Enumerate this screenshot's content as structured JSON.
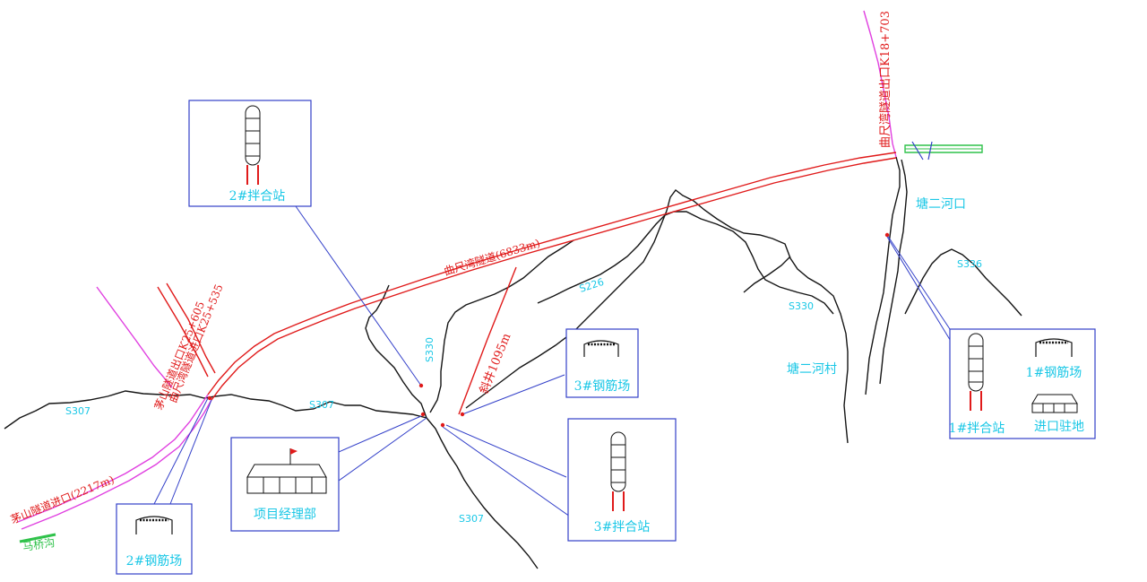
{
  "map": {
    "tunnels": {
      "quchiwan_tunnel": "曲尺湾隧道(6833m)",
      "quchiwan_exit": "曲尺湾隧道出口K18+703",
      "quchiwan_entrance": "曲尺湾隧道进口K25+535",
      "maoshan_exit": "茅山隧道出口K25+605",
      "maoshan_entrance": "茅山隧道进口(2217m)",
      "inclined_shaft": "斜井1095m"
    },
    "places": {
      "tanger_hekou": "塘二河口",
      "tanger_he_village": "塘二河村",
      "maqiaogou": "马桥沟"
    },
    "roads": {
      "s307_west": "S307",
      "s307_mid": "S307",
      "s307_south": "S307",
      "s226": "S226",
      "s330_a": "S330",
      "s330_b": "S330",
      "s336": "S336"
    },
    "facilities": {
      "mixing_station_2": "2#拌合站",
      "rebar_yard_3": "3#钢筋场",
      "mixing_station_3": "3#拌合站",
      "project_dept": "项目经理部",
      "rebar_yard_2": "2#钢筋场",
      "mixing_station_1": "1#拌合站",
      "rebar_yard_1": "1#钢筋场",
      "entrance_camp": "进口驻地"
    },
    "colors": {
      "tunnel": "#e01a1a",
      "label": "#19c7e6",
      "box_border": "#3340c9",
      "road": "#151515",
      "pink_line": "#e040e0",
      "green_line": "#2fc24a"
    }
  }
}
